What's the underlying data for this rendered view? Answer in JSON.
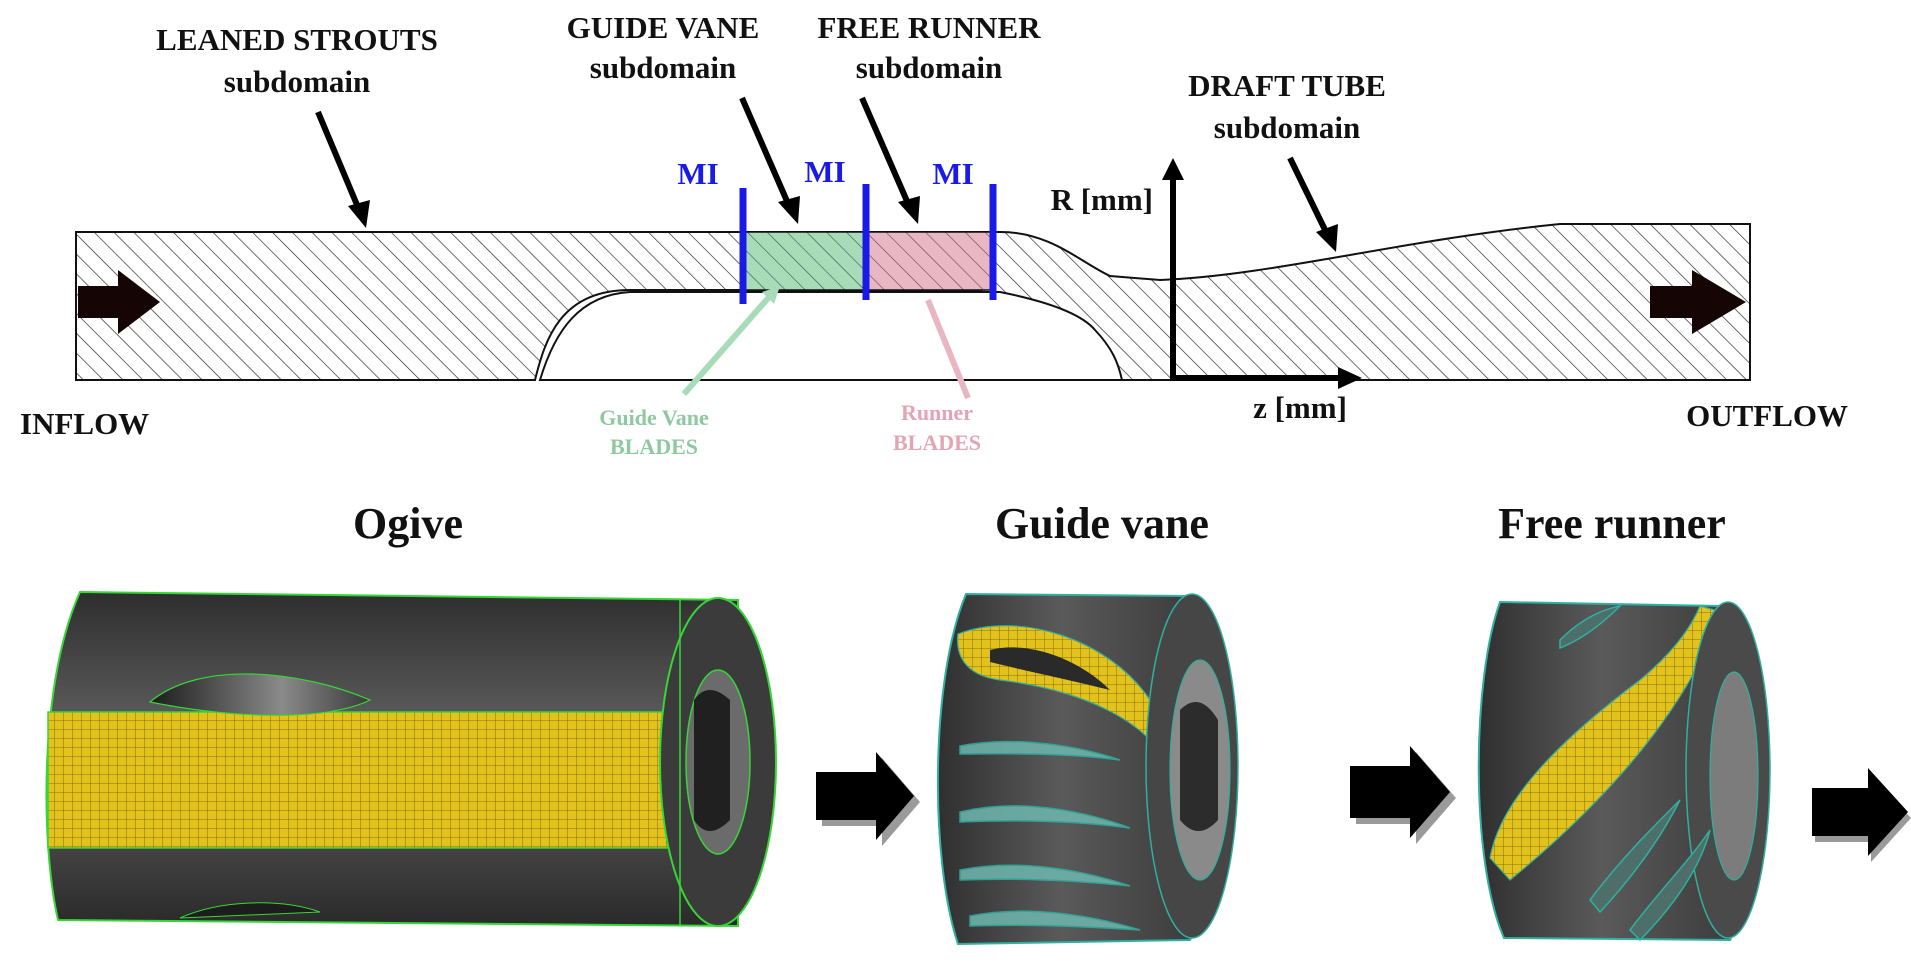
{
  "diagram": {
    "top_labels": {
      "leaned_strouts": "LEANED STROUTS",
      "leaned_strouts_sub": "subdomain",
      "guide_vane": "GUIDE VANE",
      "guide_vane_sub": "subdomain",
      "free_runner": "FREE RUNNER",
      "free_runner_sub": "subdomain",
      "draft_tube": "DRAFT TUBE",
      "draft_tube_sub": "subdomain"
    },
    "interfaces": {
      "mi_1": "MI",
      "mi_2": "MI",
      "mi_3": "MI"
    },
    "axes": {
      "r_label": "R [mm]",
      "z_label": "z [mm]"
    },
    "flow": {
      "inflow": "INFLOW",
      "outflow": "OUTFLOW"
    },
    "blade_labels": {
      "guide_vane_line1": "Guide Vane",
      "guide_vane_line2": "BLADES",
      "runner_line1": "Runner",
      "runner_line2": "BLADES"
    },
    "captions": {
      "ogive": "Ogive",
      "guide_vane": "Guide vane",
      "free_runner": "Free runner"
    },
    "colors": {
      "guide_vane_fill": "#a8dcb8",
      "runner_fill": "#e8b7c3",
      "interface_line": "#1a1ae6",
      "mesh_yellow": "#e2c21b",
      "body_gray": "#4f4f4f",
      "edge_green": "#37d637"
    }
  }
}
